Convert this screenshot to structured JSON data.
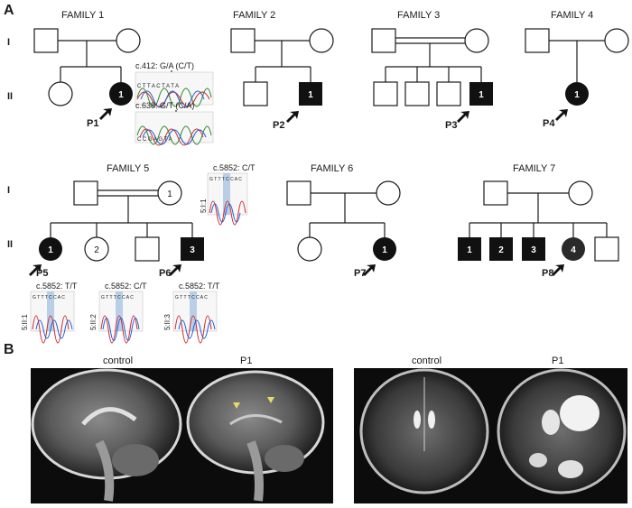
{
  "panels": {
    "a": "A",
    "b": "B"
  },
  "generations": {
    "g1": "I",
    "g2": "II"
  },
  "families": [
    {
      "title": "FAMILY 1",
      "proband": "P1",
      "numbers": [
        "1"
      ]
    },
    {
      "title": "FAMILY 2",
      "proband": "P2",
      "numbers": [
        "1"
      ]
    },
    {
      "title": "FAMILY 3",
      "proband": "P3",
      "numbers": [
        "1"
      ]
    },
    {
      "title": "FAMILY 4",
      "proband": "P4",
      "numbers": [
        "1"
      ]
    },
    {
      "title": "FAMILY 5",
      "probands": [
        "P5",
        "P6"
      ],
      "numbers": [
        "1",
        "1",
        "2",
        "3"
      ]
    },
    {
      "title": "FAMILY 6",
      "proband": "P7",
      "numbers": [
        "1"
      ]
    },
    {
      "title": "FAMILY 7",
      "proband": "P8",
      "numbers": [
        "1",
        "2",
        "3",
        "4"
      ]
    }
  ],
  "chromatograms": {
    "f1_top": {
      "label": "c.412: G/A (C/T)",
      "bases": "C T T A C T A T A",
      "colors": [
        "#2a8a2a",
        "#d12a2a",
        "#1e5fd6",
        "#1a1a1a"
      ]
    },
    "f1_bottom": {
      "label": "c.638: G/T (C/A)",
      "bases": "C C G A G T A",
      "colors": [
        "#2a8a2a",
        "#d12a2a",
        "#1e5fd6",
        "#1a1a1a"
      ]
    },
    "f5_parent": {
      "label": "c.5852: C/T",
      "side": "5:I:1",
      "bases": "G T T T C C A C"
    },
    "f5_c1": {
      "label": "c.5852: T/T",
      "side": "5:II:1",
      "bases": "G T T T C C A C"
    },
    "f5_c2": {
      "label": "c.5852: C/T",
      "side": "5:II:2",
      "bases": "G T T T C C A C"
    },
    "f5_c3": {
      "label": "c.5852: T/T",
      "side": "5:II:3",
      "bases": "G T T T C C A C"
    }
  },
  "mri": {
    "left_control": "control",
    "left_p1": "P1",
    "right_control": "control",
    "right_p1": "P1"
  },
  "colors": {
    "affected": "#111111",
    "line": "#1a1a1a",
    "highlight": "#a9c4e4",
    "arrowhead": "#e8d96a"
  }
}
